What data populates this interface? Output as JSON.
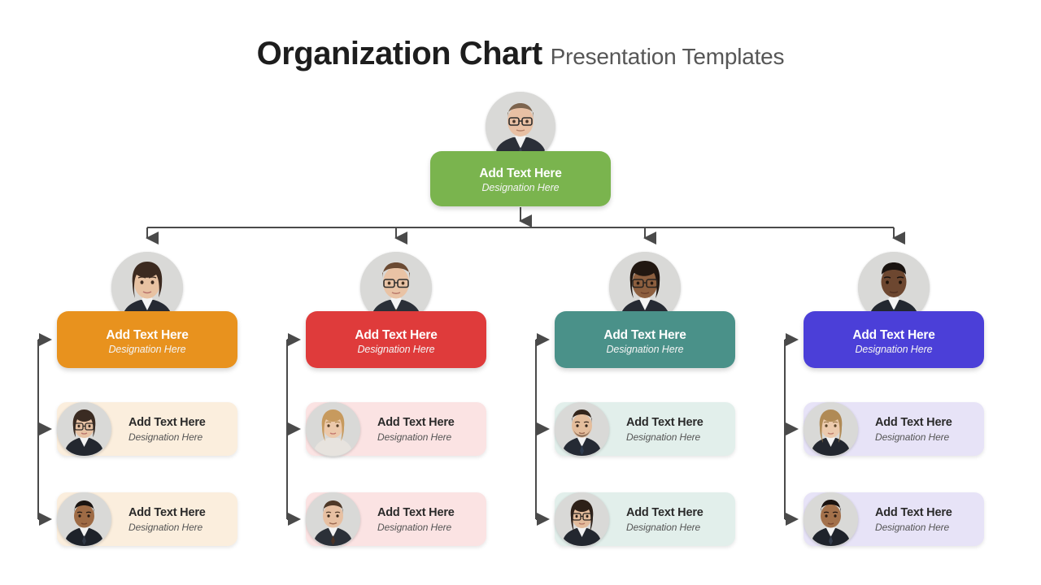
{
  "header": {
    "title_main": "Organization Chart",
    "title_sub": "Presentation Templates"
  },
  "colors": {
    "root": "#7ab44e",
    "branch_orange": "#e8921e",
    "branch_red": "#df3b3b",
    "branch_teal": "#4a9189",
    "branch_purple": "#4b3fd8",
    "leaf_orange": "#fbeedd",
    "leaf_red": "#fbe3e3",
    "leaf_teal": "#e2efeb",
    "leaf_purple": "#e7e3f7",
    "connector": "#4a4a4a",
    "avatar_bg": "#d8d8d6",
    "title_main": "#1d1d1d",
    "title_sub": "#565656"
  },
  "root": {
    "title": "Add Text Here",
    "designation": "Designation Here",
    "avatar": "avatar-photo-root"
  },
  "branches": [
    {
      "title": "Add Text Here",
      "designation": "Designation Here",
      "avatar": "avatar-photo-branch-1",
      "children": [
        {
          "title": "Add Text Here",
          "designation": "Designation Here",
          "avatar": "avatar-photo-branch-1-child-1"
        },
        {
          "title": "Add Text Here",
          "designation": "Designation Here",
          "avatar": "avatar-photo-branch-1-child-2"
        }
      ]
    },
    {
      "title": "Add Text Here",
      "designation": "Designation Here",
      "avatar": "avatar-photo-branch-2",
      "children": [
        {
          "title": "Add Text Here",
          "designation": "Designation Here",
          "avatar": "avatar-photo-branch-2-child-1"
        },
        {
          "title": "Add Text Here",
          "designation": "Designation Here",
          "avatar": "avatar-photo-branch-2-child-2"
        }
      ]
    },
    {
      "title": "Add Text Here",
      "designation": "Designation Here",
      "avatar": "avatar-photo-branch-3",
      "children": [
        {
          "title": "Add Text Here",
          "designation": "Designation Here",
          "avatar": "avatar-photo-branch-3-child-1"
        },
        {
          "title": "Add Text Here",
          "designation": "Designation Here",
          "avatar": "avatar-photo-branch-3-child-2"
        }
      ]
    },
    {
      "title": "Add Text Here",
      "designation": "Designation Here",
      "avatar": "avatar-photo-branch-4",
      "children": [
        {
          "title": "Add Text Here",
          "designation": "Designation Here",
          "avatar": "avatar-photo-branch-4-child-1"
        },
        {
          "title": "Add Text Here",
          "designation": "Designation Here",
          "avatar": "avatar-photo-branch-4-child-2"
        }
      ]
    }
  ]
}
